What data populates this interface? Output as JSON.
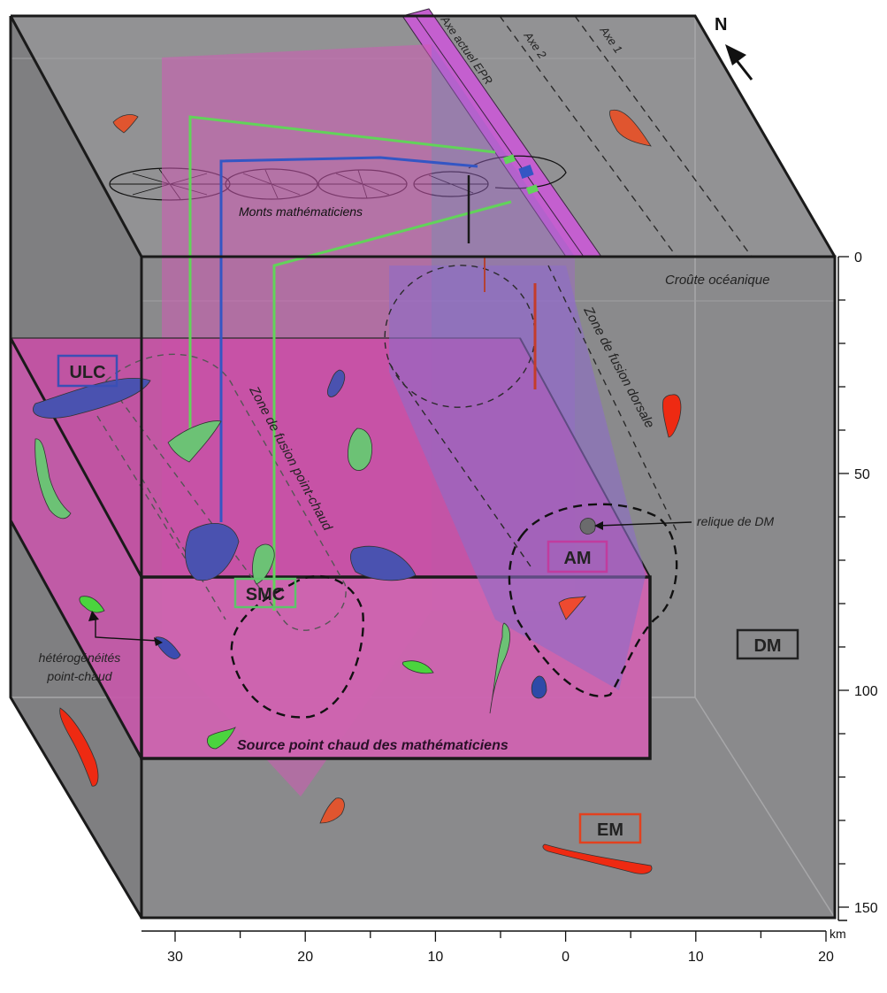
{
  "north_label": "N",
  "axes": {
    "current": "Axe actuel EPR",
    "axe2": "Axe 2",
    "axe1": "Axe 1"
  },
  "labels": {
    "monts": "Monts mathématiciens",
    "croute": "Croûte océanique",
    "zone_hotspot": "Zone de fusion point-chaud",
    "zone_ridge": "Zone de fusion dorsale",
    "relique": "relique de DM",
    "heterogeneites_1": "hétérogénéités",
    "heterogeneites_2": "point-chaud",
    "source": "Source point chaud des mathématiciens"
  },
  "boxes": {
    "ulc": "ULC",
    "smc": "SMC",
    "am": "AM",
    "dm": "DM",
    "em": "EM"
  },
  "colors": {
    "block_gray": "#8c8c8e",
    "magenta": "#d24fb0",
    "ulc": "#3a4fb5",
    "smc": "#5ec46a",
    "am": "#c03c9e",
    "em": "#e2411f",
    "dm": "#222222"
  },
  "depth_axis": {
    "unit": "km",
    "ticks": [
      "0",
      "50",
      "100",
      "150"
    ]
  },
  "horizontal_axis": {
    "unit": "km",
    "ticks": [
      "30",
      "20",
      "10",
      "0",
      "10",
      "20"
    ]
  }
}
